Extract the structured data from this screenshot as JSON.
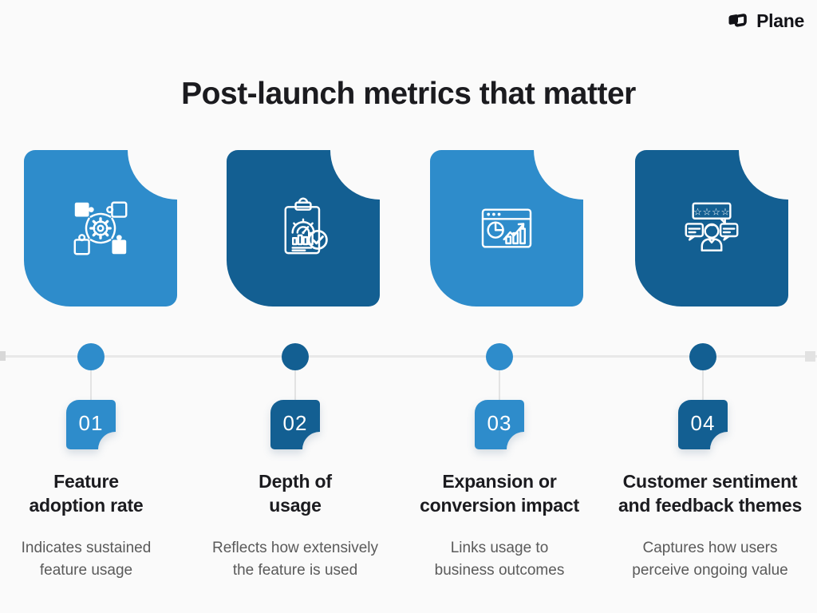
{
  "brand": {
    "name": "Plane",
    "logo_icon": "plane-logo-icon",
    "logo_color": "#121217"
  },
  "title": "Post-launch metrics that matter",
  "colors": {
    "background": "#FAFAFA",
    "light_blue": "#2E8CCB",
    "dark_blue": "#135F92",
    "timeline_gray": "#E8E8E8",
    "heading_text": "#1B1B1F",
    "description_text": "#5A5A5A",
    "badge_text": "#FFFFFF",
    "icon_stroke": "#FFFFFF"
  },
  "timeline": {
    "dot_colors": [
      "#2E8CCB",
      "#135F92",
      "#2E8CCB",
      "#135F92"
    ]
  },
  "steps": [
    {
      "number": "01",
      "icon": "puzzle-gear-icon",
      "accent": "#2E8CCB",
      "title": "Feature\nadoption rate",
      "description": "Indicates sustained\nfeature usage"
    },
    {
      "number": "02",
      "icon": "clipboard-gauge-icon",
      "accent": "#135F92",
      "title": "Depth of\nusage",
      "description": "Reflects how extensively\nthe feature is used"
    },
    {
      "number": "03",
      "icon": "dashboard-growth-icon",
      "accent": "#2E8CCB",
      "title": "Expansion or\nconversion impact",
      "description": "Links usage to\nbusiness outcomes"
    },
    {
      "number": "04",
      "icon": "customer-feedback-icon",
      "accent": "#135F92",
      "title": "Customer sentiment\nand feedback themes",
      "description": "Captures how users\nperceive ongoing value"
    }
  ]
}
